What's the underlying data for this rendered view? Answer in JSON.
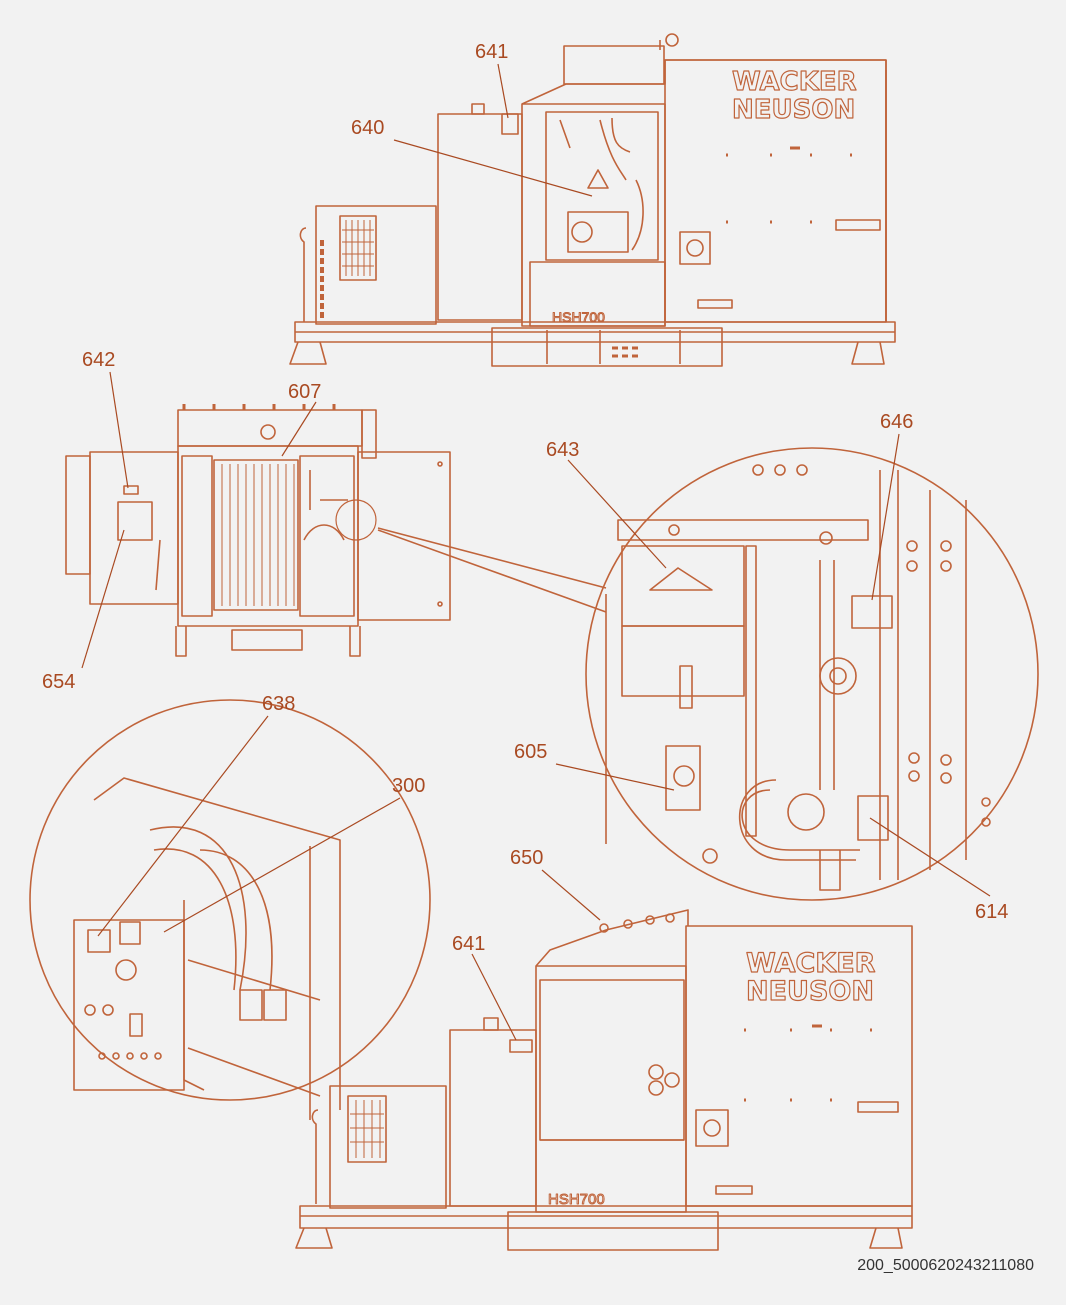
{
  "accent_color": "#c0643b",
  "callouts": {
    "c641_top": "641",
    "c640": "640",
    "c642": "642",
    "c607": "607",
    "c646": "646",
    "c643": "643",
    "c654": "654",
    "c638": "638",
    "c300": "300",
    "c605": "605",
    "c650": "650",
    "c641_bottom": "641",
    "c614": "614"
  },
  "brand": {
    "line1": "WACKER",
    "line2": "NEUSON",
    "model": "HSH700"
  },
  "reference_id": "200_5000620243211080"
}
